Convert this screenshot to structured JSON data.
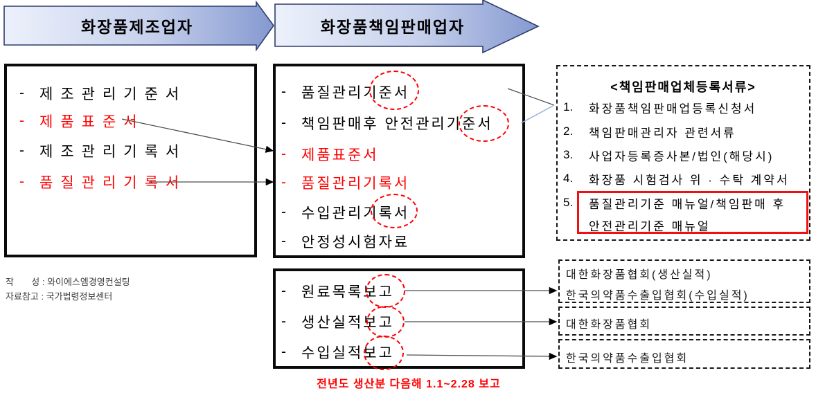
{
  "banners": {
    "manufacturer": "화장품제조업자",
    "seller": "화장품책임판매업자"
  },
  "bullet": "-",
  "manufacturer_docs": {
    "items": [
      {
        "text": "제조관리기준서",
        "color": "#000000"
      },
      {
        "text": "제품표준서",
        "color": "#ff0000"
      },
      {
        "text": "제조관리기록서",
        "color": "#000000"
      },
      {
        "text": "품질관리기록서",
        "color": "#ff0000"
      }
    ]
  },
  "seller_docs": {
    "items": [
      {
        "text": "품질관리기준서",
        "color": "#000000"
      },
      {
        "text": "책임판매후 안전관리기준서",
        "color": "#000000"
      },
      {
        "text": "제품표준서",
        "color": "#ff0000"
      },
      {
        "text": "품질관리기록서",
        "color": "#ff0000"
      },
      {
        "text": "수입관리기록서",
        "color": "#000000"
      },
      {
        "text": "안정성시험자료",
        "color": "#000000"
      }
    ]
  },
  "report_box": {
    "items": [
      {
        "text": "원료목록보고",
        "color": "#000000"
      },
      {
        "text": "생산실적보고",
        "color": "#000000"
      },
      {
        "text": "수입실적보고",
        "color": "#000000"
      }
    ]
  },
  "registration_box": {
    "title": "<책임판매업체등록서류>",
    "items": [
      {
        "num": "1.",
        "text": "화장품책임판매업등록신청서"
      },
      {
        "num": "2.",
        "text": "책임판매관리자 관련서류"
      },
      {
        "num": "3.",
        "text": "사업자등록증사본/법인(해당시)"
      },
      {
        "num": "4.",
        "text": "화장품 시험검사 위 · 수탁 계약서"
      },
      {
        "num": "5.",
        "text": "품질관리기준 매뉴얼/책임판매 후",
        "text2": "안전관리기준 매뉴얼"
      }
    ]
  },
  "association_boxes": {
    "box1_line1": "대한화장품협회(생산실적)",
    "box1_line2": "한국의약품수출입협회(수입실적)",
    "box2_line1": "대한화장품협회",
    "box3_line1": "한국의약품수출입협회"
  },
  "credits": {
    "line1": "작       성 : 와이에스엠경영컨설팅",
    "line2": "자료참고 : 국가법령정보센터"
  },
  "footnote": "전년도 생산분 다음해 1.1~2.28 보고",
  "colors": {
    "highlight_red": "#ff0000",
    "line_gray": "#4d4d4d",
    "line_blue": "#95aedd",
    "banner_border": "#2e3c6b",
    "banner_light": "#edf1fb",
    "banner_dark": "#8599d0"
  }
}
